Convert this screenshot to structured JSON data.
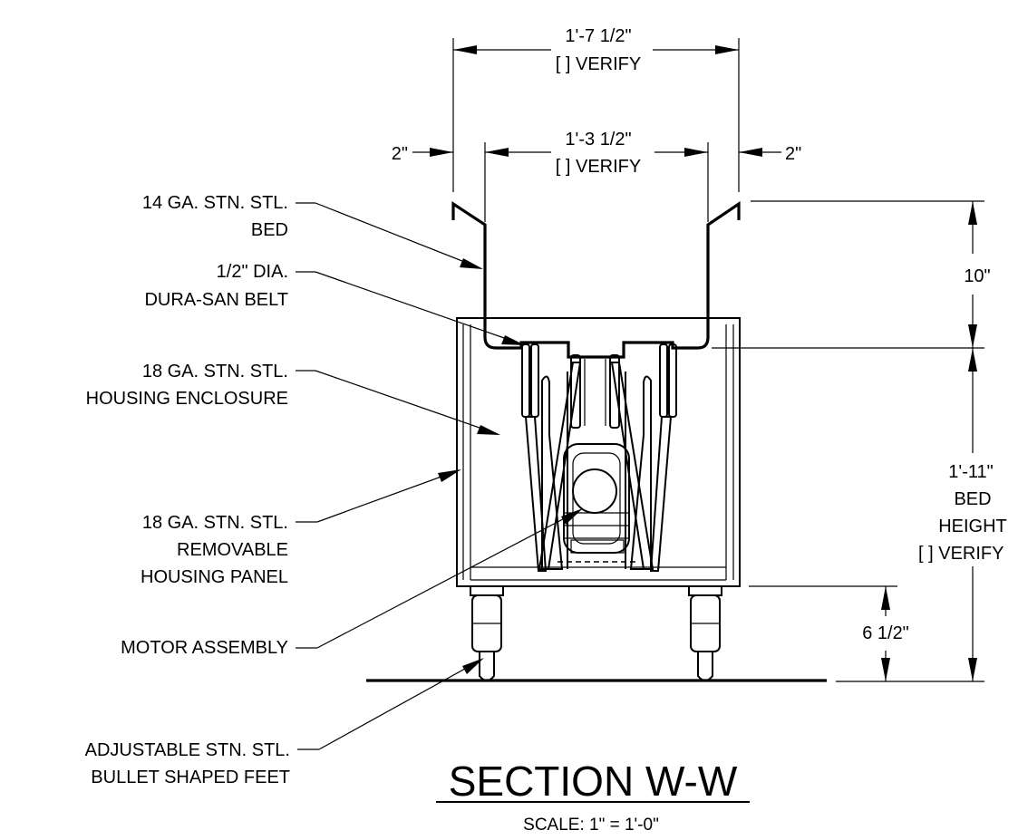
{
  "dimensions": {
    "overall_width": {
      "value": "1'-7 1/2\"",
      "note": "[ ] VERIFY"
    },
    "inner_width": {
      "value": "1'-3 1/2\"",
      "note": "[ ] VERIFY"
    },
    "left_flange": "2\"",
    "right_flange": "2\"",
    "bed_depth": "10\"",
    "bed_height": {
      "line1": "1'-11\"",
      "line2": "BED",
      "line3": "HEIGHT",
      "line4": "[ ] VERIFY"
    },
    "leg_height": "6 1/2\""
  },
  "callouts": [
    {
      "line1": "14 GA. STN. STL.",
      "line2": "BED"
    },
    {
      "line1": "1/2\" DIA.",
      "line2": "DURA-SAN BELT"
    },
    {
      "line1": "18 GA. STN. STL.",
      "line2": "HOUSING ENCLOSURE"
    },
    {
      "line1": "18 GA. STN. STL.",
      "line2": "REMOVABLE",
      "line3": "HOUSING PANEL"
    },
    {
      "line1": "MOTOR ASSEMBLY"
    },
    {
      "line1": "ADJUSTABLE STN. STL.",
      "line2": "BULLET SHAPED FEET"
    }
  ],
  "title": "SECTION W-W",
  "scale": "SCALE: 1\" = 1'-0\""
}
